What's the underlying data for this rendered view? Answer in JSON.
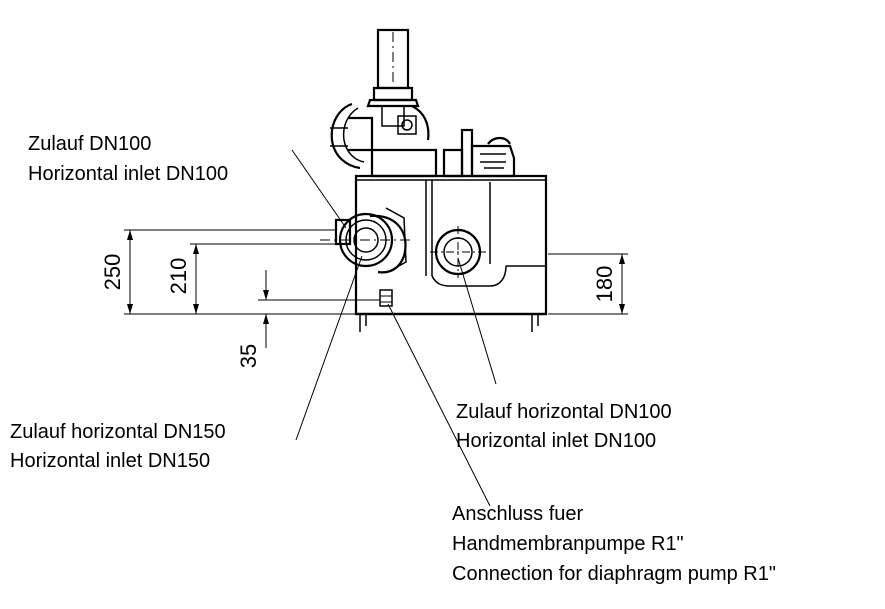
{
  "labels": {
    "inlet_top_de": "Zulauf DN100",
    "inlet_top_en": "Horizontal inlet DN100",
    "inlet_150_de": "Zulauf horizontal DN150",
    "inlet_150_en": "Horizontal inlet DN150",
    "inlet_100_de": "Zulauf horizontal DN100",
    "inlet_100_en": "Horizontal inlet DN100",
    "pump_line1": "Anschluss fuer",
    "pump_line2": "Handmembranpumpe R1\"",
    "pump_line3": "Connection for diaphragm pump R1\""
  },
  "dimensions": {
    "d250": "250",
    "d210": "210",
    "d35": "35",
    "d180": "180"
  }
}
